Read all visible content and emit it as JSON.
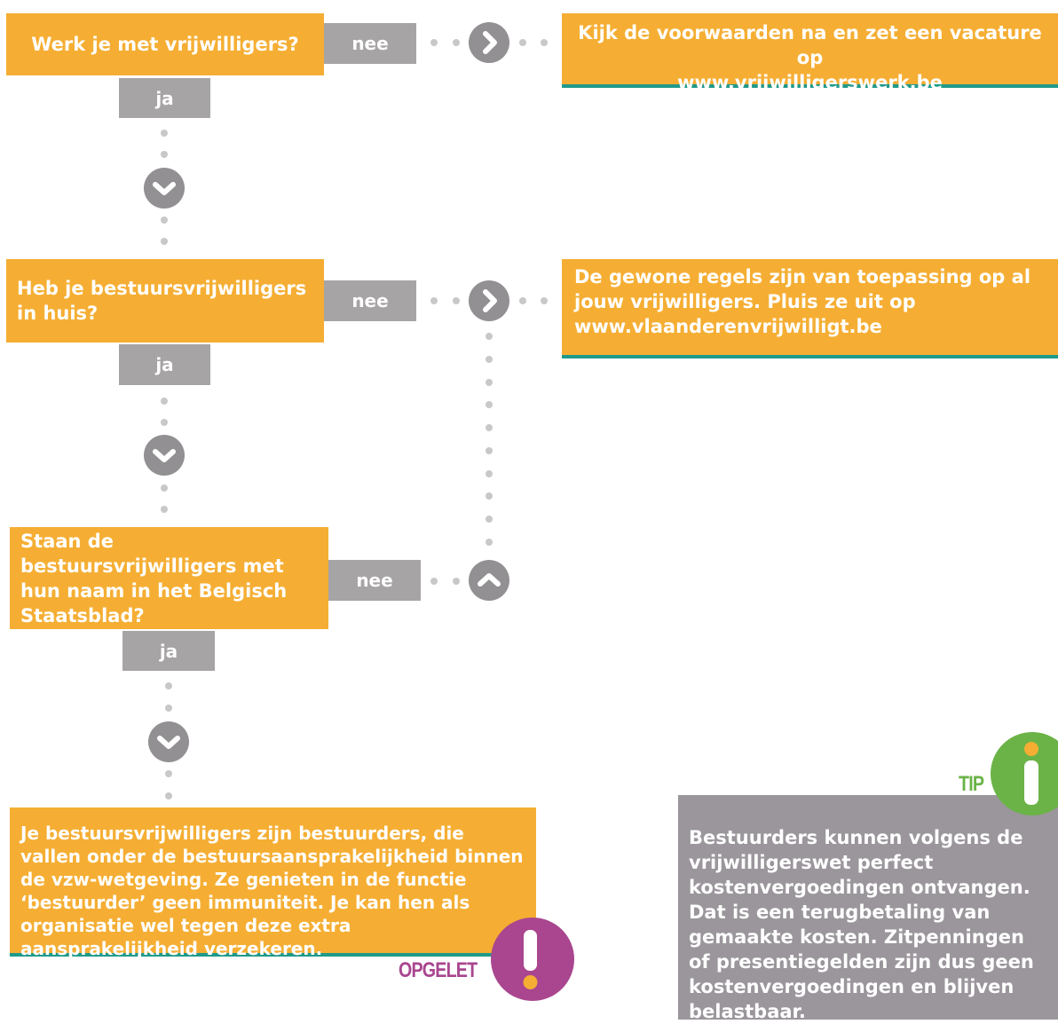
{
  "colors": {
    "orange": "#f5ae33",
    "grey_label": "#a7a4a6",
    "teal": "#1f9a8a",
    "purple": "#a9468f",
    "green": "#6bb347",
    "tip_grey": "#9a969b"
  },
  "steps": [
    {
      "question": "Werk je met vrijwilligers?",
      "no_label": "nee",
      "yes_label": "ja"
    },
    {
      "question": "Heb je bestuursvrijwilligers in huis?",
      "no_label": "nee",
      "yes_label": "ja"
    },
    {
      "question": "Staan de bestuursvrijwilligers met hun naam in het Belgisch Staatsblad?",
      "no_label": "nee",
      "yes_label": "ja"
    }
  ],
  "outcomes": [
    {
      "line1": "Kijk de voorwaarden na en zet een vacature op",
      "line2": "www.vrijwilligerswerk.be"
    },
    {
      "line1": "De gewone regels zijn van toepassing op al",
      "line2": "jouw vrijwilligers. Pluis ze uit op",
      "line3": "www.vlaanderenvrijwilligt.be"
    }
  ],
  "warning": {
    "text": "Je bestuursvrijwilligers zijn bestuurders, die vallen onder de bestuursaansprakelijkheid binnen de vzw-wetgeving. Ze genieten in de functie ‘bestuurder’ geen immuniteit. Je kan hen  als organisatie wel tegen deze extra aansprakelijkheid verzekeren.",
    "badge_label": "OPGELET",
    "icon": "exclamation-icon"
  },
  "tip": {
    "text": "Bestuurders kunnen volgens de vrijwilligerswet perfect kostenvergoedingen ontvangen. Dat is een terugbetaling van gemaakte kosten. Zitpenningen of presentiegelden zijn dus geen kostenvergoedingen en blijven belastbaar.",
    "badge_label": "TIP",
    "icon": "info-icon"
  }
}
